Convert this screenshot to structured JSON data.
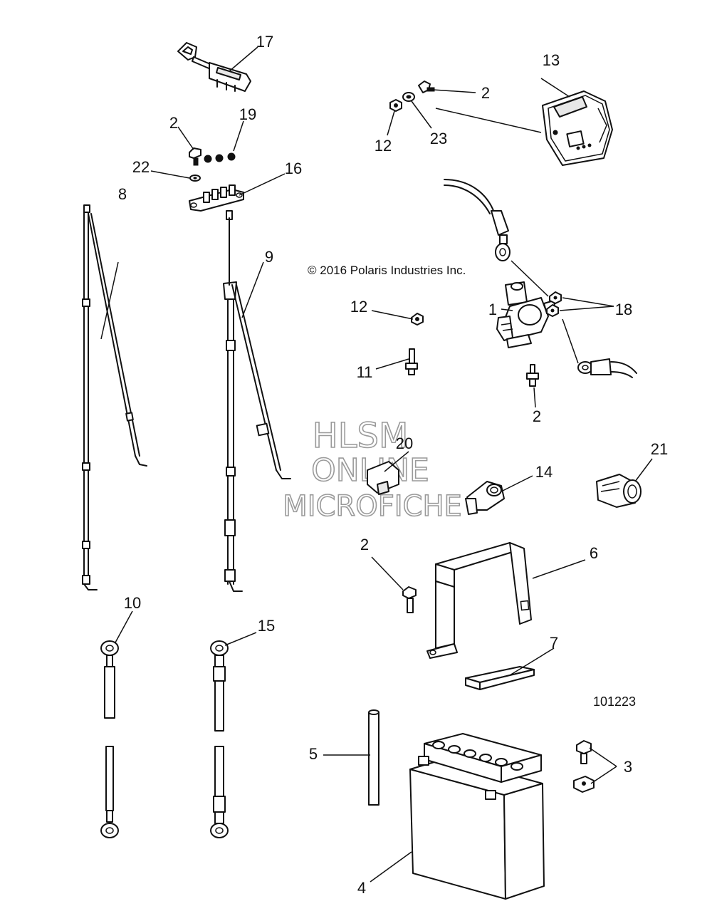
{
  "copyright": "© 2016 Polaris Industries Inc.",
  "reference_number": "101223",
  "watermark": {
    "line1": "HLSM",
    "line2": "ONLINE",
    "line3": "MICROFICHE"
  },
  "callouts": {
    "c17": "17",
    "c2a": "2",
    "c19": "19",
    "c22": "22",
    "c16": "16",
    "c2b": "2",
    "c12a": "12",
    "c23": "23",
    "c13": "13",
    "c8": "8",
    "c9": "9",
    "c12b": "12",
    "c1": "1",
    "c18": "18",
    "c11": "11",
    "c2c": "2",
    "c20": "20",
    "c14": "14",
    "c21": "21",
    "c2d": "2",
    "c6": "6",
    "c7": "7",
    "c10": "10",
    "c15": "15",
    "c5": "5",
    "c3": "3",
    "c4": "4"
  }
}
